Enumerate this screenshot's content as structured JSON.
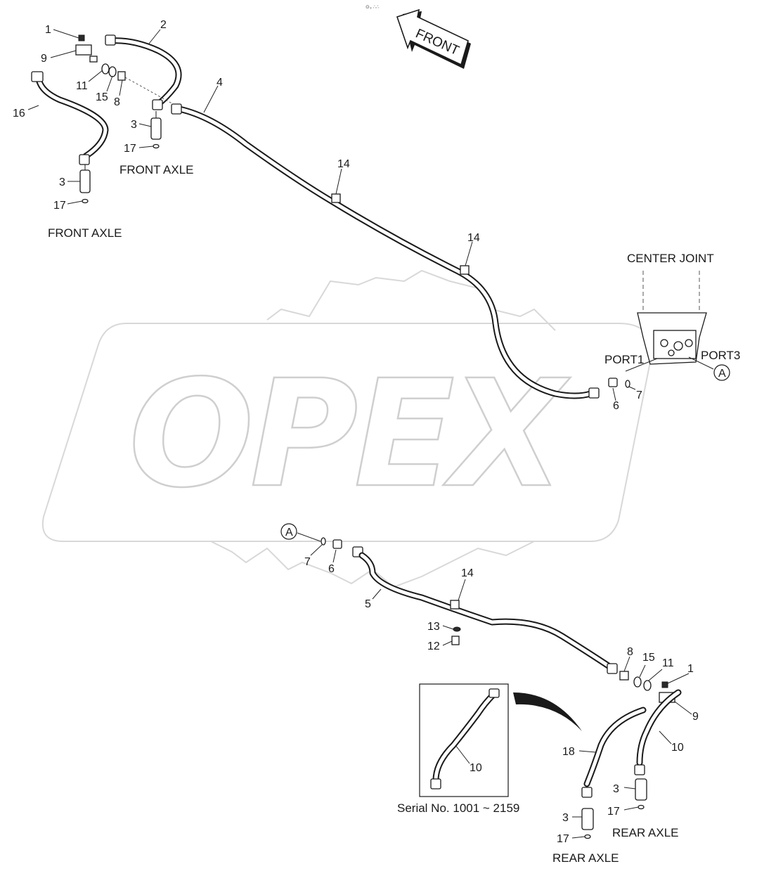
{
  "diagram": {
    "watermark_text": "OPEX",
    "front_arrow_label": "FRONT",
    "top_mark": "⊙₃ ∴∴",
    "callouts": {
      "c1_top": "1",
      "c2": "2",
      "c9_top": "9",
      "c11_top": "11",
      "c15_top": "15",
      "c8_top": "8",
      "c16": "16",
      "c3_front_a": "3",
      "c17_front_a": "17",
      "c3_front_b": "3",
      "c17_front_b": "17",
      "c4": "4",
      "c14_a": "14",
      "c14_b": "14",
      "c6_top": "6",
      "c7_top": "7",
      "cA_top": "A",
      "cA_bottom": "A",
      "c7_bottom": "7",
      "c6_bottom": "6",
      "c5": "5",
      "c14_c": "14",
      "c13": "13",
      "c12": "12",
      "c8_bottom": "8",
      "c15_bottom": "15",
      "c11_bottom": "11",
      "c1_bottom": "1",
      "c9_bottom": "9",
      "c10_right": "10",
      "c18": "18",
      "c3_rear_a": "3",
      "c17_rear_a": "17",
      "c3_rear_b": "3",
      "c17_rear_b": "17",
      "c10_inset": "10"
    },
    "labels": {
      "front_axle_1": "FRONT AXLE",
      "front_axle_2": "FRONT AXLE",
      "center_joint": "CENTER JOINT",
      "port1": "PORT1",
      "port3": "PORT3",
      "rear_axle_1": "REAR AXLE",
      "rear_axle_2": "REAR AXLE",
      "serial_note": "Serial No. 1001 ~ 2159"
    }
  }
}
